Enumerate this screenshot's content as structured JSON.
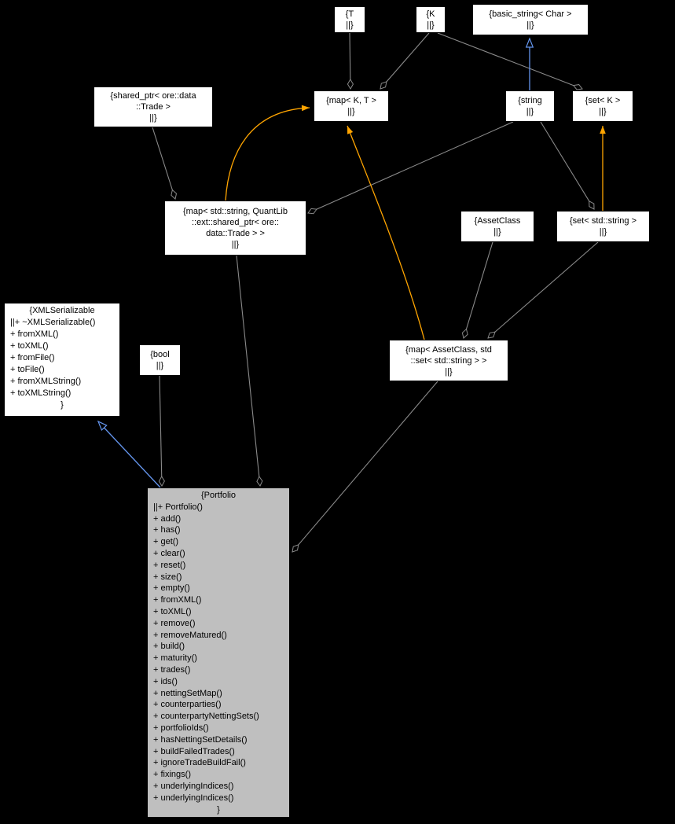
{
  "diagram": {
    "type": "uml-collaboration-graph",
    "colors": {
      "background": "#000000",
      "node_fill": "#ffffff",
      "node_border": "#000000",
      "highlight_fill": "#bfbfbf",
      "edge_gray": "#8a8a8a",
      "edge_orange": "#ffa500",
      "edge_blue": "#6495ed"
    },
    "nodes": {
      "t": {
        "lines": [
          "{T",
          "||}"
        ]
      },
      "k": {
        "lines": [
          "{K",
          "||}"
        ]
      },
      "basic_string": {
        "lines": [
          "{basic_string< Char >",
          "||}"
        ]
      },
      "shared_ptr_trade": {
        "lines": [
          "{shared_ptr< ore::data",
          "::Trade >",
          "||}"
        ]
      },
      "map_k_t": {
        "lines": [
          "{map< K, T >",
          "||}"
        ]
      },
      "string": {
        "lines": [
          "{string",
          "||}"
        ]
      },
      "set_k": {
        "lines": [
          "{set< K >",
          "||}"
        ]
      },
      "map_string_trade": {
        "lines": [
          "{map< std::string, QuantLib",
          "::ext::shared_ptr< ore::",
          "data::Trade > >",
          "||}"
        ]
      },
      "asset_class": {
        "lines": [
          "{AssetClass",
          "||}"
        ]
      },
      "set_string": {
        "lines": [
          "{set< std::string >",
          "||}"
        ]
      },
      "xml_serializable": {
        "title": "{XMLSerializable",
        "members": [
          "||+ ~XMLSerializable()",
          "+ fromXML()",
          "+ toXML()",
          "+ fromFile()",
          "+ toFile()",
          "+ fromXMLString()",
          "+ toXMLString()"
        ],
        "close": "}"
      },
      "bool": {
        "lines": [
          "{bool",
          "||}"
        ]
      },
      "map_assetclass_set": {
        "lines": [
          "{map< AssetClass, std",
          "::set< std::string > >",
          "||}"
        ]
      },
      "portfolio": {
        "title": "{Portfolio",
        "members": [
          "||+ Portfolio()",
          "+ add()",
          "+ has()",
          "+ get()",
          "+ clear()",
          "+ reset()",
          "+ size()",
          "+ empty()",
          "+ fromXML()",
          "+ toXML()",
          "+ remove()",
          "+ removeMatured()",
          "+ build()",
          "+ maturity()",
          "+ trades()",
          "+ ids()",
          "+ nettingSetMap()",
          "+ counterparties()",
          "+ counterpartyNettingSets()",
          "+ portfolioIds()",
          "+ hasNettingSetDetails()",
          "+ buildFailedTrades()",
          "+ ignoreTradeBuildFail()",
          "+ fixings()",
          "+ underlyingIndices()",
          "+ underlyingIndices()"
        ],
        "close": "}"
      }
    },
    "edges": [
      {
        "from": "T",
        "to": "map< K, T >",
        "kind": "aggregation"
      },
      {
        "from": "K",
        "to": "map< K, T >",
        "kind": "aggregation"
      },
      {
        "from": "K",
        "to": "set< K >",
        "kind": "aggregation"
      },
      {
        "from": "string",
        "to": "basic_string< Char >",
        "kind": "inheritance"
      },
      {
        "from": "shared_ptr< ore::data::Trade >",
        "to": "map< std::string, QuantLib::ext::shared_ptr< ore::data::Trade > >",
        "kind": "aggregation"
      },
      {
        "from": "string",
        "to": "map< std::string, QuantLib::ext::shared_ptr< ore::data::Trade > >",
        "kind": "aggregation"
      },
      {
        "from": "string",
        "to": "set< std::string >",
        "kind": "aggregation"
      },
      {
        "from": "AssetClass",
        "to": "map< AssetClass, std::set< std::string > >",
        "kind": "aggregation"
      },
      {
        "from": "set< std::string >",
        "to": "map< AssetClass, std::set< std::string > >",
        "kind": "aggregation"
      },
      {
        "from": "map< std::string, QuantLib::ext::shared_ptr< ore::data::Trade > >",
        "to": "map< K, T >",
        "kind": "template-instance"
      },
      {
        "from": "map< AssetClass, std::set< std::string > >",
        "to": "map< K, T >",
        "kind": "template-instance"
      },
      {
        "from": "set< std::string >",
        "to": "set< K >",
        "kind": "template-instance"
      },
      {
        "from": "Portfolio",
        "to": "XMLSerializable",
        "kind": "inheritance"
      },
      {
        "from": "bool",
        "to": "Portfolio",
        "kind": "aggregation"
      },
      {
        "from": "map< std::string, QuantLib::ext::shared_ptr< ore::data::Trade > >",
        "to": "Portfolio",
        "kind": "aggregation"
      },
      {
        "from": "map< AssetClass, std::set< std::string > >",
        "to": "Portfolio",
        "kind": "aggregation"
      }
    ]
  }
}
